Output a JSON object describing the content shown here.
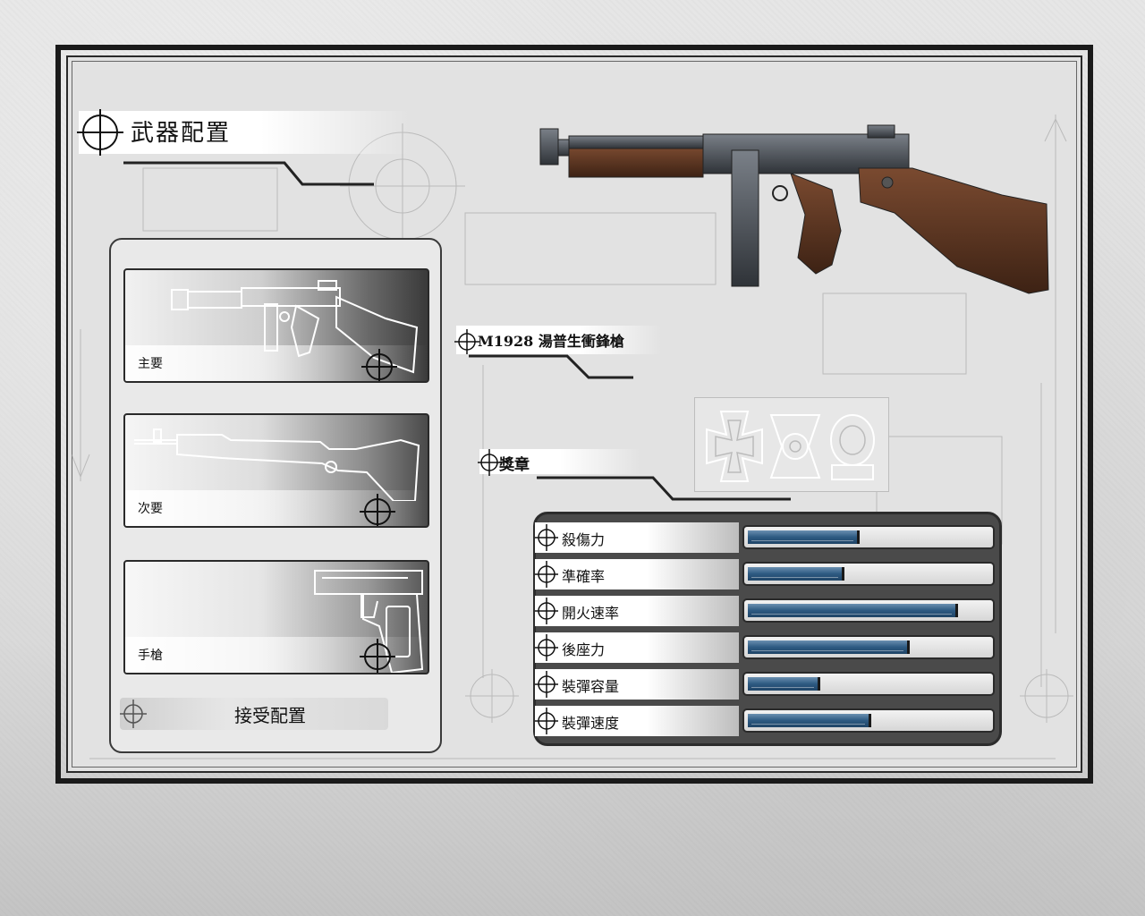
{
  "screen": {
    "title": "武器配置",
    "accept_label": "接受配置"
  },
  "loadout": [
    {
      "slot": "primary",
      "label": "主要",
      "weapon": "thompson-smg-icon"
    },
    {
      "slot": "secondary",
      "label": "次要",
      "weapon": "m1-garand-icon"
    },
    {
      "slot": "pistol",
      "label": "手槍",
      "weapon": "m1911-pistol-icon"
    }
  ],
  "selected_weapon": {
    "name": "M1928 湯普生衝鋒槍",
    "image": "thompson-smg-render"
  },
  "medals": {
    "title": "獎章",
    "items": [
      "iron-cross-medal-icon",
      "sharpshooter-badge-icon",
      "wreath-badge-icon"
    ]
  },
  "stats": [
    {
      "label": "殺傷力",
      "value": 0.45
    },
    {
      "label": "準確率",
      "value": 0.39
    },
    {
      "label": "開火速率",
      "value": 0.86
    },
    {
      "label": "後座力",
      "value": 0.66
    },
    {
      "label": "裝彈容量",
      "value": 0.29
    },
    {
      "label": "裝彈速度",
      "value": 0.5
    }
  ],
  "colors": {
    "bar_fill": "#2d5a82",
    "frame": "#1a1a1a",
    "panel_bg": "#e9e9e9"
  }
}
